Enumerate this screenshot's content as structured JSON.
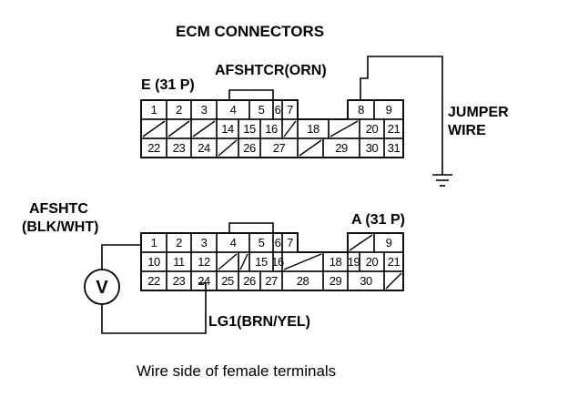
{
  "title": "ECM CONNECTORS",
  "caption": "Wire side of female terminals",
  "connector_e": {
    "name": "E (31 P)",
    "wire_label": "AFSHTCR(ORN)",
    "rows": [
      [
        "1",
        "2",
        "3",
        "4",
        "5",
        "6",
        "7",
        "8",
        "9"
      ],
      [
        "/",
        "/",
        "/",
        "14",
        "15",
        "16",
        "/",
        "18",
        "/",
        "20",
        "21"
      ],
      [
        "22",
        "23",
        "24",
        "/",
        "26",
        "27",
        "/",
        "29",
        "30",
        "31"
      ]
    ]
  },
  "connector_a": {
    "name": "A (31 P)",
    "rows": [
      [
        "1",
        "2",
        "3",
        "4",
        "5",
        "6",
        "7",
        "/",
        "9"
      ],
      [
        "10",
        "11",
        "12",
        "/",
        "/",
        "15",
        "16",
        "/",
        "18",
        "19",
        "20",
        "21"
      ],
      [
        "22",
        "23",
        "24",
        "25",
        "26",
        "27",
        "28",
        "29",
        "30",
        "/"
      ]
    ]
  },
  "jumper_label_line1": "JUMPER",
  "jumper_label_line2": "WIRE",
  "meter_label_line1": "AFSHTC",
  "meter_label_line2": "(BLK/WHT)",
  "ground_wire_label": "LG1(BRN/YEL)",
  "meter_symbol": "V"
}
